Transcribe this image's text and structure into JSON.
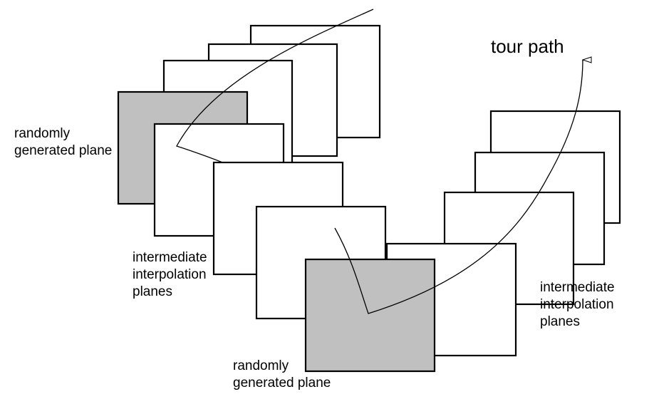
{
  "labels": {
    "tour_path": "tour path",
    "random_plane_top": [
      "randomly",
      "generated plane"
    ],
    "intermediate_left": [
      "intermediate",
      "interpolation",
      "planes"
    ],
    "intermediate_right": [
      "intermediate",
      "interpolation",
      "planes"
    ],
    "random_plane_bottom": [
      "randomly",
      "generated plane"
    ]
  },
  "colors": {
    "plane_fill": "#ffffff",
    "random_plane_fill": "#c0c0c0",
    "stroke": "#000000"
  }
}
